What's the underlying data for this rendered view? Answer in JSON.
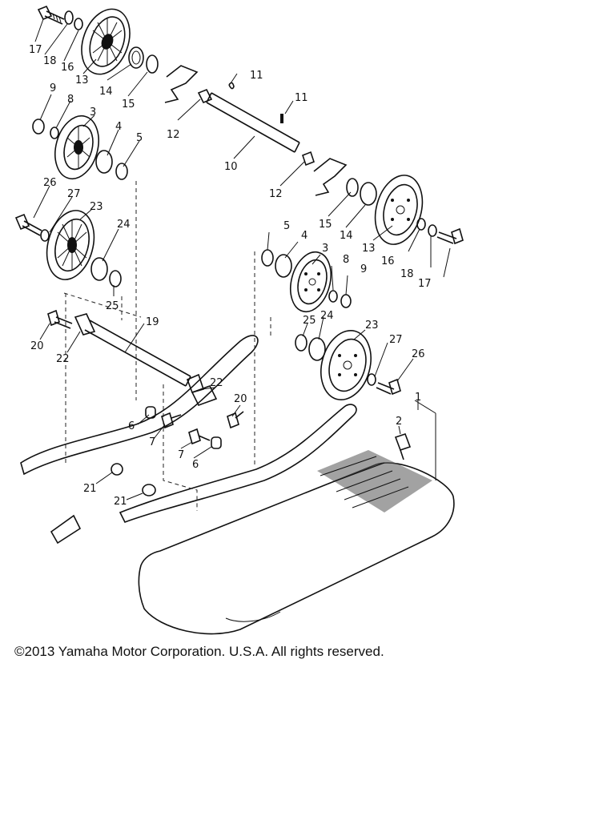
{
  "callouts": [
    {
      "n": "17"
    },
    {
      "n": "18"
    },
    {
      "n": "16"
    },
    {
      "n": "13"
    },
    {
      "n": "14"
    },
    {
      "n": "15"
    },
    {
      "n": "9"
    },
    {
      "n": "8"
    },
    {
      "n": "3"
    },
    {
      "n": "4"
    },
    {
      "n": "5"
    },
    {
      "n": "11"
    },
    {
      "n": "11"
    },
    {
      "n": "12"
    },
    {
      "n": "10"
    },
    {
      "n": "12"
    },
    {
      "n": "26"
    },
    {
      "n": "27"
    },
    {
      "n": "23"
    },
    {
      "n": "24"
    },
    {
      "n": "25"
    },
    {
      "n": "15"
    },
    {
      "n": "14"
    },
    {
      "n": "13"
    },
    {
      "n": "16"
    },
    {
      "n": "18"
    },
    {
      "n": "17"
    },
    {
      "n": "5"
    },
    {
      "n": "4"
    },
    {
      "n": "3"
    },
    {
      "n": "8"
    },
    {
      "n": "9"
    },
    {
      "n": "20"
    },
    {
      "n": "22"
    },
    {
      "n": "19"
    },
    {
      "n": "22"
    },
    {
      "n": "20"
    },
    {
      "n": "25"
    },
    {
      "n": "24"
    },
    {
      "n": "23"
    },
    {
      "n": "27"
    },
    {
      "n": "26"
    },
    {
      "n": "6"
    },
    {
      "n": "7"
    },
    {
      "n": "7"
    },
    {
      "n": "6"
    },
    {
      "n": "2"
    },
    {
      "n": "1"
    },
    {
      "n": "21"
    },
    {
      "n": "21"
    }
  ],
  "copyright": "©2013 Yamaha Motor Corporation. U.S.A. All rights reserved."
}
